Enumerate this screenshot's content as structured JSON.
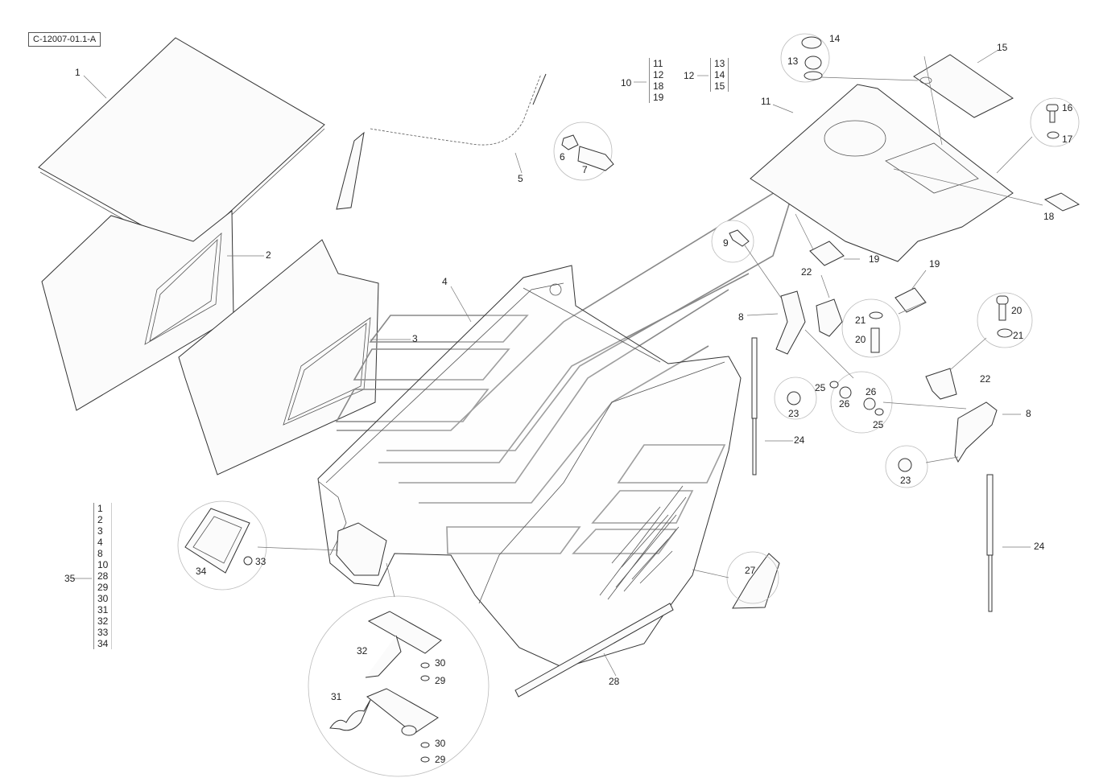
{
  "diagram": {
    "reference_code": "C-12007-01.1-A",
    "callouts": [
      {
        "id": "c1",
        "text": "1"
      },
      {
        "id": "c2",
        "text": "2"
      },
      {
        "id": "c3",
        "text": "3"
      },
      {
        "id": "c4",
        "text": "4"
      },
      {
        "id": "c5",
        "text": "5"
      },
      {
        "id": "c6",
        "text": "6"
      },
      {
        "id": "c7",
        "text": "7"
      },
      {
        "id": "c8a",
        "text": "8"
      },
      {
        "id": "c8b",
        "text": "8"
      },
      {
        "id": "c9",
        "text": "9"
      },
      {
        "id": "c11",
        "text": "11"
      },
      {
        "id": "c13",
        "text": "13"
      },
      {
        "id": "c14",
        "text": "14"
      },
      {
        "id": "c15",
        "text": "15"
      },
      {
        "id": "c16",
        "text": "16"
      },
      {
        "id": "c17",
        "text": "17"
      },
      {
        "id": "c18",
        "text": "18"
      },
      {
        "id": "c19a",
        "text": "19"
      },
      {
        "id": "c19b",
        "text": "19"
      },
      {
        "id": "c20a",
        "text": "20"
      },
      {
        "id": "c20b",
        "text": "20"
      },
      {
        "id": "c21a",
        "text": "21"
      },
      {
        "id": "c21b",
        "text": "21"
      },
      {
        "id": "c22a",
        "text": "22"
      },
      {
        "id": "c22b",
        "text": "22"
      },
      {
        "id": "c23a",
        "text": "23"
      },
      {
        "id": "c23b",
        "text": "23"
      },
      {
        "id": "c24a",
        "text": "24"
      },
      {
        "id": "c24b",
        "text": "24"
      },
      {
        "id": "c25a",
        "text": "25"
      },
      {
        "id": "c25b",
        "text": "25"
      },
      {
        "id": "c26a",
        "text": "26"
      },
      {
        "id": "c26b",
        "text": "26"
      },
      {
        "id": "c27",
        "text": "27"
      },
      {
        "id": "c28",
        "text": "28"
      },
      {
        "id": "c29a",
        "text": "29"
      },
      {
        "id": "c29b",
        "text": "29"
      },
      {
        "id": "c30a",
        "text": "30"
      },
      {
        "id": "c30b",
        "text": "30"
      },
      {
        "id": "c31",
        "text": "31"
      },
      {
        "id": "c32",
        "text": "32"
      },
      {
        "id": "c33",
        "text": "33"
      },
      {
        "id": "c34",
        "text": "34"
      }
    ],
    "kit_10": {
      "label": "10",
      "items": [
        "11",
        "12",
        "18",
        "19"
      ]
    },
    "kit_12": {
      "label": "12",
      "items": [
        "13",
        "14",
        "15"
      ]
    },
    "kit_35": {
      "label": "35",
      "items": [
        "1",
        "2",
        "3",
        "4",
        "8",
        "10",
        "28",
        "29",
        "30",
        "31",
        "32",
        "33",
        "34"
      ]
    }
  }
}
